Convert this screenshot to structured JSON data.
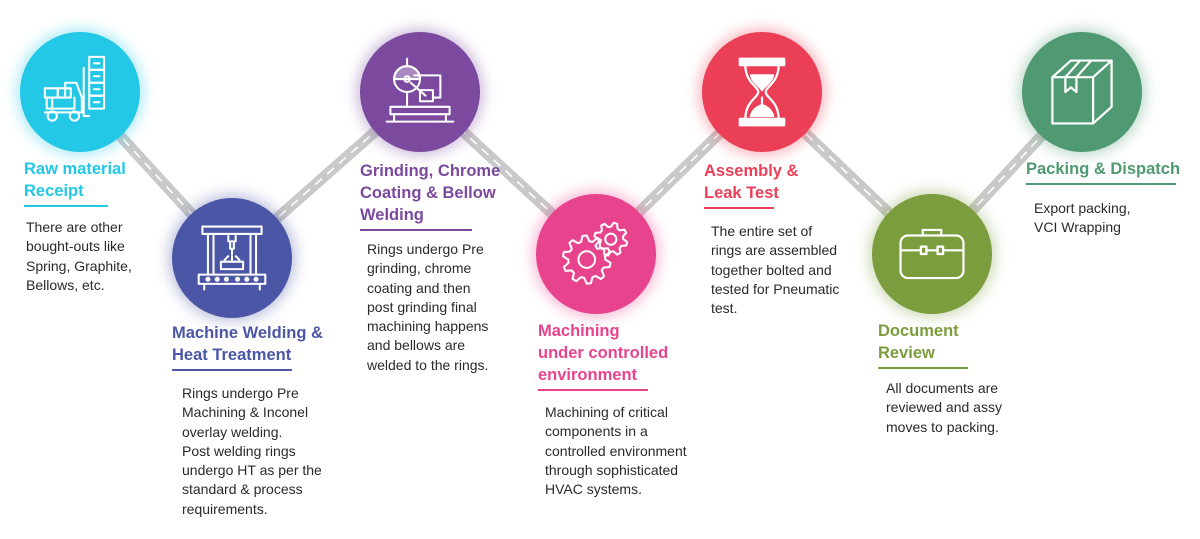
{
  "steps": [
    {
      "id": "raw-material",
      "title_lines": [
        "Raw material",
        "Receipt"
      ],
      "desc_lines": [
        "There are other",
        "bought-outs like",
        "Spring, Graphite,",
        "Bellows, etc."
      ],
      "color": "#22c8e5",
      "icon": "forklift-icon"
    },
    {
      "id": "machine-welding",
      "title_lines": [
        "Machine Welding &",
        "Heat Treatment"
      ],
      "desc_lines": [
        "Rings undergo Pre",
        "Machining & Inconel",
        "overlay welding.",
        "Post welding rings",
        "undergo HT as per the",
        "standard & process",
        "requirements."
      ],
      "color": "#4b57a6",
      "icon": "welding-machine-icon"
    },
    {
      "id": "grinding",
      "title_lines": [
        "Grinding, Chrome",
        "Coating & Bellow",
        "Welding"
      ],
      "desc_lines": [
        "Rings undergo Pre",
        "grinding, chrome",
        "coating and then",
        "post grinding final",
        "machining happens",
        "and bellows are",
        "welded to the rings."
      ],
      "color": "#7b4a9e",
      "icon": "grinder-icon"
    },
    {
      "id": "machining",
      "title_lines": [
        "Machining",
        "under controlled",
        "environment"
      ],
      "desc_lines": [
        "Machining of critical",
        "components in a",
        "controlled environment",
        "through sophisticated",
        "HVAC systems."
      ],
      "color": "#e8448e",
      "icon": "gears-icon"
    },
    {
      "id": "assembly",
      "title_lines": [
        "Assembly &",
        "Leak Test"
      ],
      "desc_lines": [
        "The entire set of",
        "rings are assembled",
        "together bolted and",
        "tested for Pneumatic",
        "test."
      ],
      "color": "#ea3f56",
      "icon": "hourglass-icon"
    },
    {
      "id": "document-review",
      "title_lines": [
        "Document",
        "Review"
      ],
      "desc_lines": [
        "All documents are",
        "reviewed and assy",
        "moves to packing."
      ],
      "color": "#7c9d3e",
      "icon": "briefcase-icon"
    },
    {
      "id": "packing",
      "title_lines": [
        "Packing & Dispatch"
      ],
      "desc_lines": [
        "Export packing,",
        "VCI Wrapping"
      ],
      "color": "#4f9a73",
      "icon": "box-icon"
    }
  ]
}
